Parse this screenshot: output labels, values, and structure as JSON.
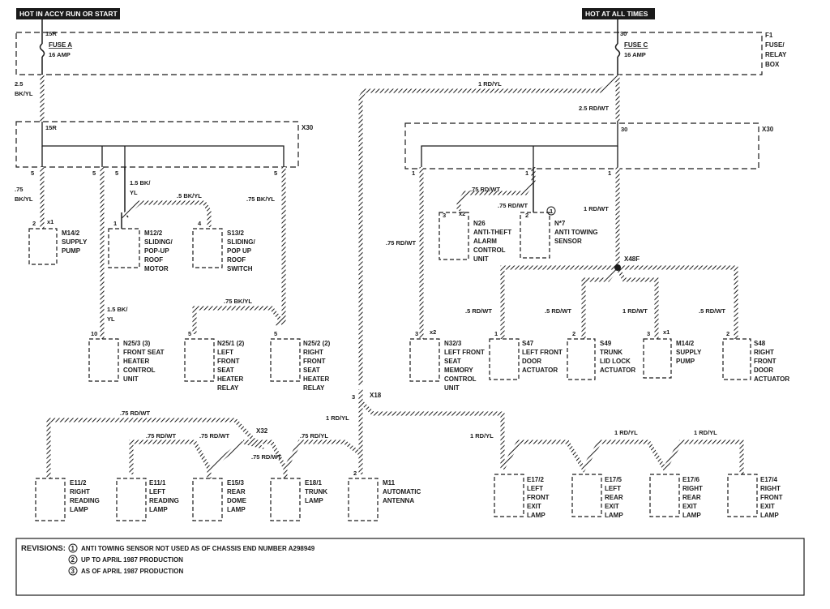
{
  "header": {
    "left_label": "HOT IN ACCY RUN OR START",
    "right_label": "HOT AT ALL TIMES"
  },
  "fuse_box": {
    "fuse_a_pin": "15R",
    "fuse_a": "FUSE A",
    "fuse_a_amp": "16 AMP",
    "fuse_c_pin": "30",
    "fuse_c": "FUSE C",
    "fuse_c_amp": "16 AMP",
    "box_label": [
      "F1",
      "FUSE/",
      "RELAY",
      "BOX"
    ]
  },
  "connectors": {
    "x30_left_label": "X30",
    "x30_left_pin": "15R",
    "x30_right_label": "X30",
    "x30_right_pin": "30",
    "x48f": "X48F",
    "x18": "X18",
    "x32": "X32"
  },
  "wires": {
    "w_25bkyl": [
      "2.5",
      "BK/YL"
    ],
    "w_1rdyl_top": "1 RD/YL",
    "w_25rdwt": "2.5 RD/WT",
    "w_75bkyl_left": [
      ".75",
      "BK/YL"
    ],
    "w_15bkyl_top": [
      "1.5 BK/",
      "YL"
    ],
    "w_5bkyl": ".5 BK/YL",
    "w_75bkyl_right": ".75 BK/YL",
    "w_15bkyl_mid": [
      "1.5 BK/",
      "YL"
    ],
    "w_75bkyl_mid": ".75 BK/YL",
    "w_75rdwt_n26": ".75 RD/WT",
    "w_75rdwt_n7": ".75 RD/WT",
    "w_1rdwt": "1 RD/WT",
    "w_75rdwt_n32": ".75 RD/WT",
    "w_5rdwt_a": ".5 RD/WT",
    "w_5rdwt_b": ".5 RD/WT",
    "w_1rdwt_b": "1 RD/WT",
    "w_5rdwt_c": ".5 RD/WT",
    "w_1rdyl_x18": "1 RD/YL",
    "w_75rdwt_top": ".75 RD/WT",
    "w_75rdwt_e111": ".75 RD/WT",
    "w_75rdwt_e153": ".75 RD/WT",
    "w_75rdwt_x32": ".75 RD/WT",
    "w_75rdyl": ".75 RD/YL",
    "w_1rdyl_a": "1 RD/YL",
    "w_1rdyl_b": "1 RD/YL",
    "w_1rdyl_c": "1 RD/YL"
  },
  "pins": {
    "p5a": "5",
    "p5b": "5",
    "p5c": "5",
    "p5d": "5",
    "p1a": "1",
    "p1b": "1",
    "p1c": "1",
    "m142_pin": "2",
    "m142_pin_x": "x1",
    "m122_pin": "1",
    "s132_pin": "4",
    "n253_pin": "10",
    "n251_pin": "5",
    "n252_pin": "5",
    "n26_pin": "3",
    "n26_pin_x": "x2",
    "n7_pin": "2",
    "n7_circ": "1",
    "n323_pin": "3",
    "n323_pin_x": "x2",
    "s47_pin": "1",
    "s49_pin": "2",
    "m142b_pin": "3",
    "m142b_pin_x": "x1",
    "s48_pin": "2",
    "x18_pin": "3",
    "m11_pin": "2"
  },
  "components": {
    "m142_left": [
      "M14/2",
      "SUPPLY",
      "PUMP"
    ],
    "m122": [
      "M12/2",
      "SLIDING/",
      "POP-UP",
      "ROOF",
      "MOTOR"
    ],
    "s132": [
      "S13/2",
      "SLIDING/",
      "POP UP",
      "ROOF",
      "SWITCH"
    ],
    "n253": [
      "N25/3 (3)",
      "FRONT SEAT",
      "HEATER",
      "CONTROL",
      "UNIT"
    ],
    "n251": [
      "N25/1 (2)",
      "LEFT",
      "FRONT",
      "SEAT",
      "HEATER",
      "RELAY"
    ],
    "n252": [
      "N25/2 (2)",
      "RIGHT",
      "FRONT",
      "SEAT",
      "HEATER",
      "RELAY"
    ],
    "n26": [
      "N26",
      "ANTI-THEFT",
      "ALARM",
      "CONTROL",
      "UNIT"
    ],
    "n7": [
      "N*7",
      "ANTI TOWING",
      "SENSOR"
    ],
    "n323": [
      "N32/3",
      "LEFT FRONT",
      "SEAT",
      "MEMORY",
      "CONTROL",
      "UNIT"
    ],
    "s47": [
      "S47",
      "LEFT FRONT",
      "DOOR",
      "ACTUATOR"
    ],
    "s49": [
      "S49",
      "TRUNK",
      "LID LOCK",
      "ACTUATOR"
    ],
    "m142_right": [
      "M14/2",
      "SUPPLY",
      "PUMP"
    ],
    "s48": [
      "S48",
      "RIGHT",
      "FRONT",
      "DOOR",
      "ACTUATOR"
    ],
    "e112": [
      "E11/2",
      "RIGHT",
      "READING",
      "LAMP"
    ],
    "e111": [
      "E11/1",
      "LEFT",
      "READING",
      "LAMP"
    ],
    "e153": [
      "E15/3",
      "REAR",
      "DOME",
      "LAMP"
    ],
    "e181": [
      "E18/1",
      "TRUNK",
      "LAMP"
    ],
    "m11": [
      "M11",
      "AUTOMATIC",
      "ANTENNA"
    ],
    "e172": [
      "E17/2",
      "LEFT",
      "FRONT",
      "EXIT",
      "LAMP"
    ],
    "e175": [
      "E17/5",
      "LEFT",
      "REAR",
      "EXIT",
      "LAMP"
    ],
    "e176": [
      "E17/6",
      "RIGHT",
      "REAR",
      "EXIT",
      "LAMP"
    ],
    "e174": [
      "E17/4",
      "RIGHT",
      "FRONT",
      "EXIT",
      "LAMP"
    ]
  },
  "revisions": {
    "title": "REVISIONS:",
    "items": [
      {
        "num": "1",
        "text": "ANTI TOWING SENSOR NOT USED AS OF CHASSIS END NUMBER A298949"
      },
      {
        "num": "2",
        "text": "UP TO APRIL 1987 PRODUCTION"
      },
      {
        "num": "3",
        "text": "AS OF APRIL 1987 PRODUCTION"
      }
    ]
  }
}
